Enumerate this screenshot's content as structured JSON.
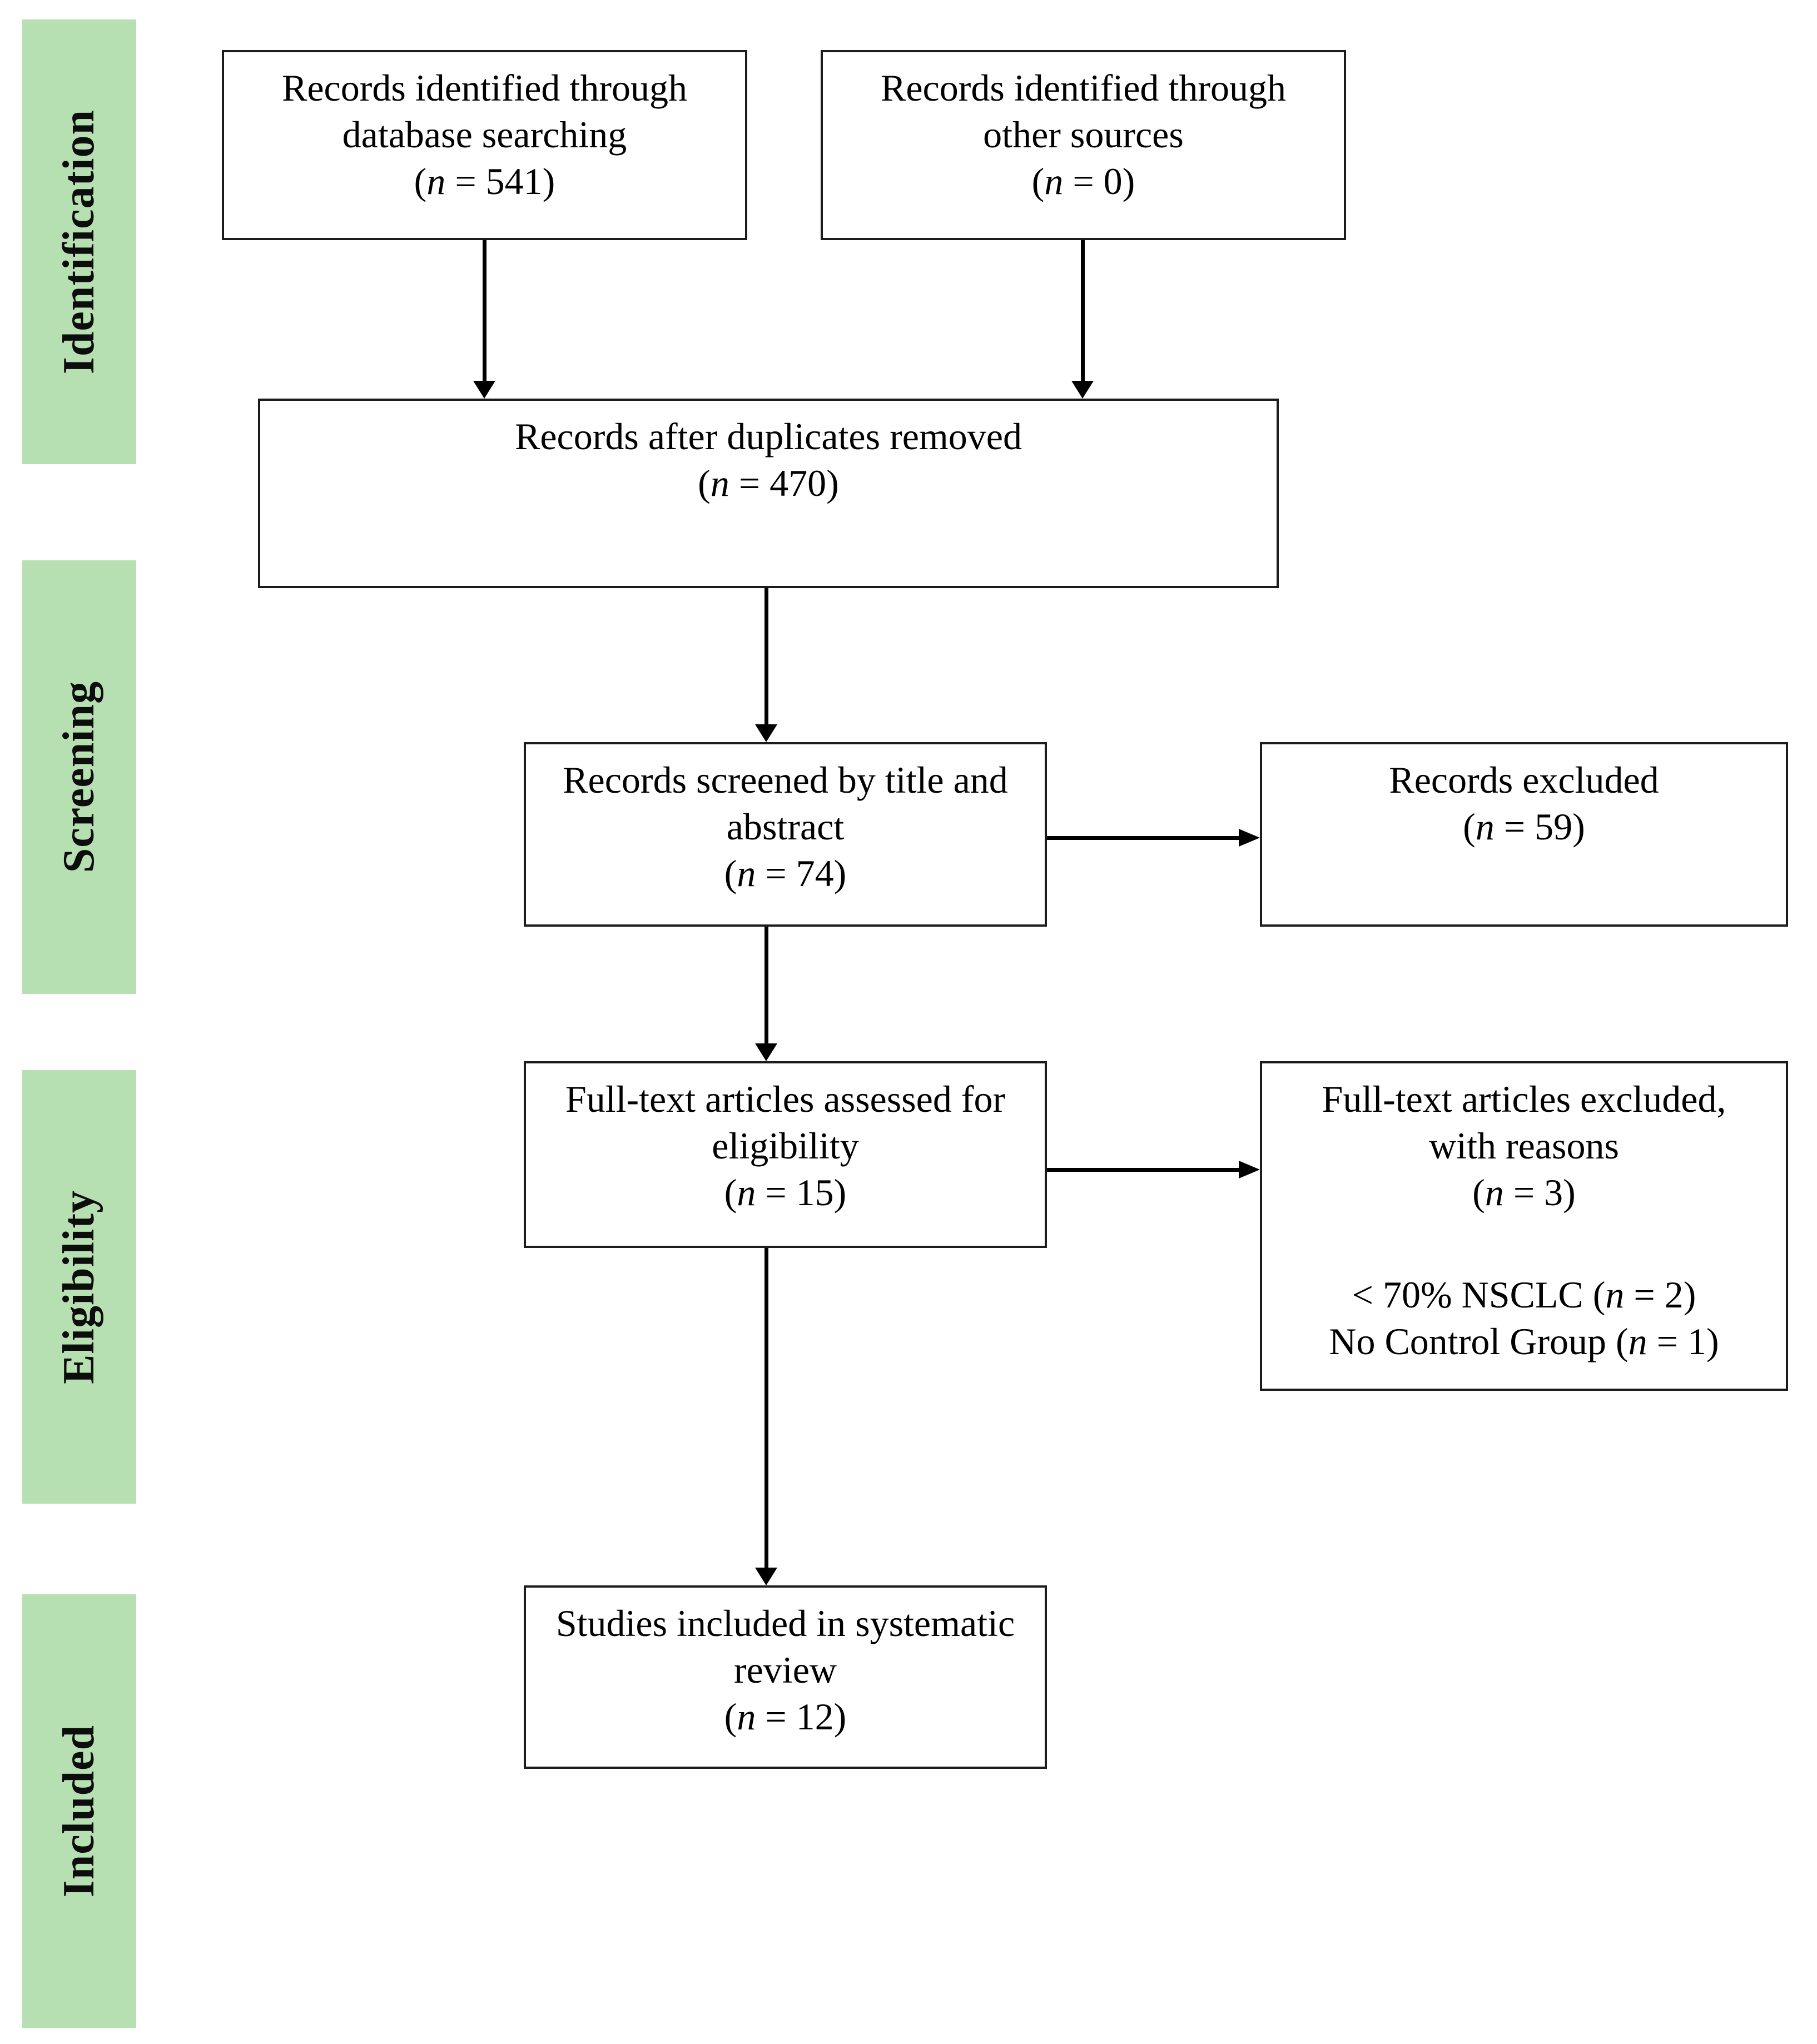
{
  "diagram_type": "PRISMA flow diagram",
  "colors": {
    "stage_label_background": "#b7e0b2",
    "box_border": "#1c1c1c",
    "text": "#000000",
    "background": "#ffffff"
  },
  "sidebar": {
    "items": [
      {
        "label": "Identification"
      },
      {
        "label": "Screening"
      },
      {
        "label": "Eligibility"
      },
      {
        "label": "Included"
      }
    ]
  },
  "boxes": {
    "db_search": {
      "line1": "Records identified through",
      "line2": "database searching",
      "c_open": "(",
      "c_n": "n",
      "c_rest": " = 541)"
    },
    "other_sources": {
      "line1": "Records identified through",
      "line2": "other sources",
      "c_open": "(",
      "c_n": "n",
      "c_rest": " = 0)"
    },
    "duplicates_removed": {
      "line1": "Records after duplicates removed",
      "c_open": "(",
      "c_n": "n",
      "c_rest": " = 470)"
    },
    "screened": {
      "line1": "Records screened by title and",
      "line2": "abstract",
      "c_open": "(",
      "c_n": "n",
      "c_rest": " = 74)"
    },
    "records_excluded": {
      "line1": "Records excluded",
      "c_open": "(",
      "c_n": "n",
      "c_rest": " = 59)"
    },
    "fulltext_assessed": {
      "line1": "Full-text articles assessed for",
      "line2": "eligibility",
      "c_open": "(",
      "c_n": "n",
      "c_rest": " = 15)"
    },
    "fulltext_excluded": {
      "line1": "Full-text articles excluded,",
      "line2": "with reasons",
      "c_open": "(",
      "c_n": "n",
      "c_rest": " = 3)",
      "r1_pre": "< 70% NSCLC (",
      "r1_n": "n",
      "r1_rest": " = 2)",
      "r2_pre": "No Control Group (",
      "r2_n": "n",
      "r2_rest": " = 1)"
    },
    "included_studies": {
      "line1": "Studies included in systematic",
      "line2": "review",
      "c_open": "(",
      "c_n": "n",
      "c_rest": " = 12)"
    }
  }
}
